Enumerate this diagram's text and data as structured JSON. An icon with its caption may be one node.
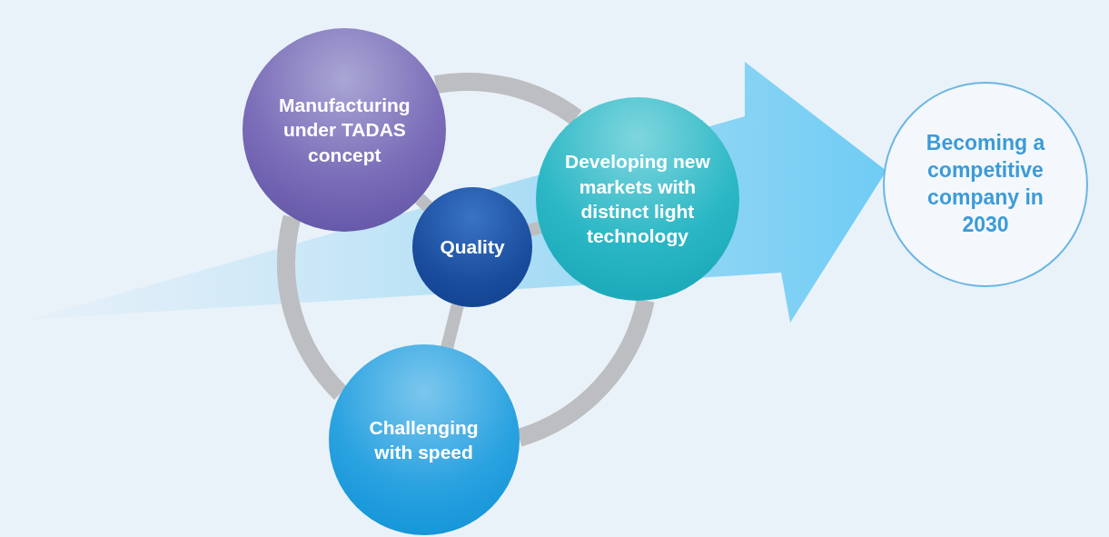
{
  "diagram": {
    "nodes": [
      {
        "text": [
          "Manufacturing under TADAS concept"
        ]
      },
      {
        "text": [
          "Quality"
        ]
      },
      {
        "text": [
          "Developing new markets with distinct light technology"
        ]
      },
      {
        "text": [
          "Challenging with speed"
        ]
      },
      {
        "text": [
          "Becoming a competitive company in 2030"
        ]
      }
    ],
    "edges": [
      {
        "from": 1,
        "to": 0,
        "arrow": "none"
      },
      {
        "from": 1,
        "to": 2,
        "arrow": "none"
      },
      {
        "from": 1,
        "to": 3,
        "arrow": "none"
      },
      {
        "from": 0,
        "to": 2,
        "arrow": "none"
      },
      {
        "from": 2,
        "to": 3,
        "arrow": "none"
      },
      {
        "from": 3,
        "to": 0,
        "arrow": "none"
      },
      {
        "from": null,
        "to": 4,
        "arrow": "to"
      }
    ]
  }
}
